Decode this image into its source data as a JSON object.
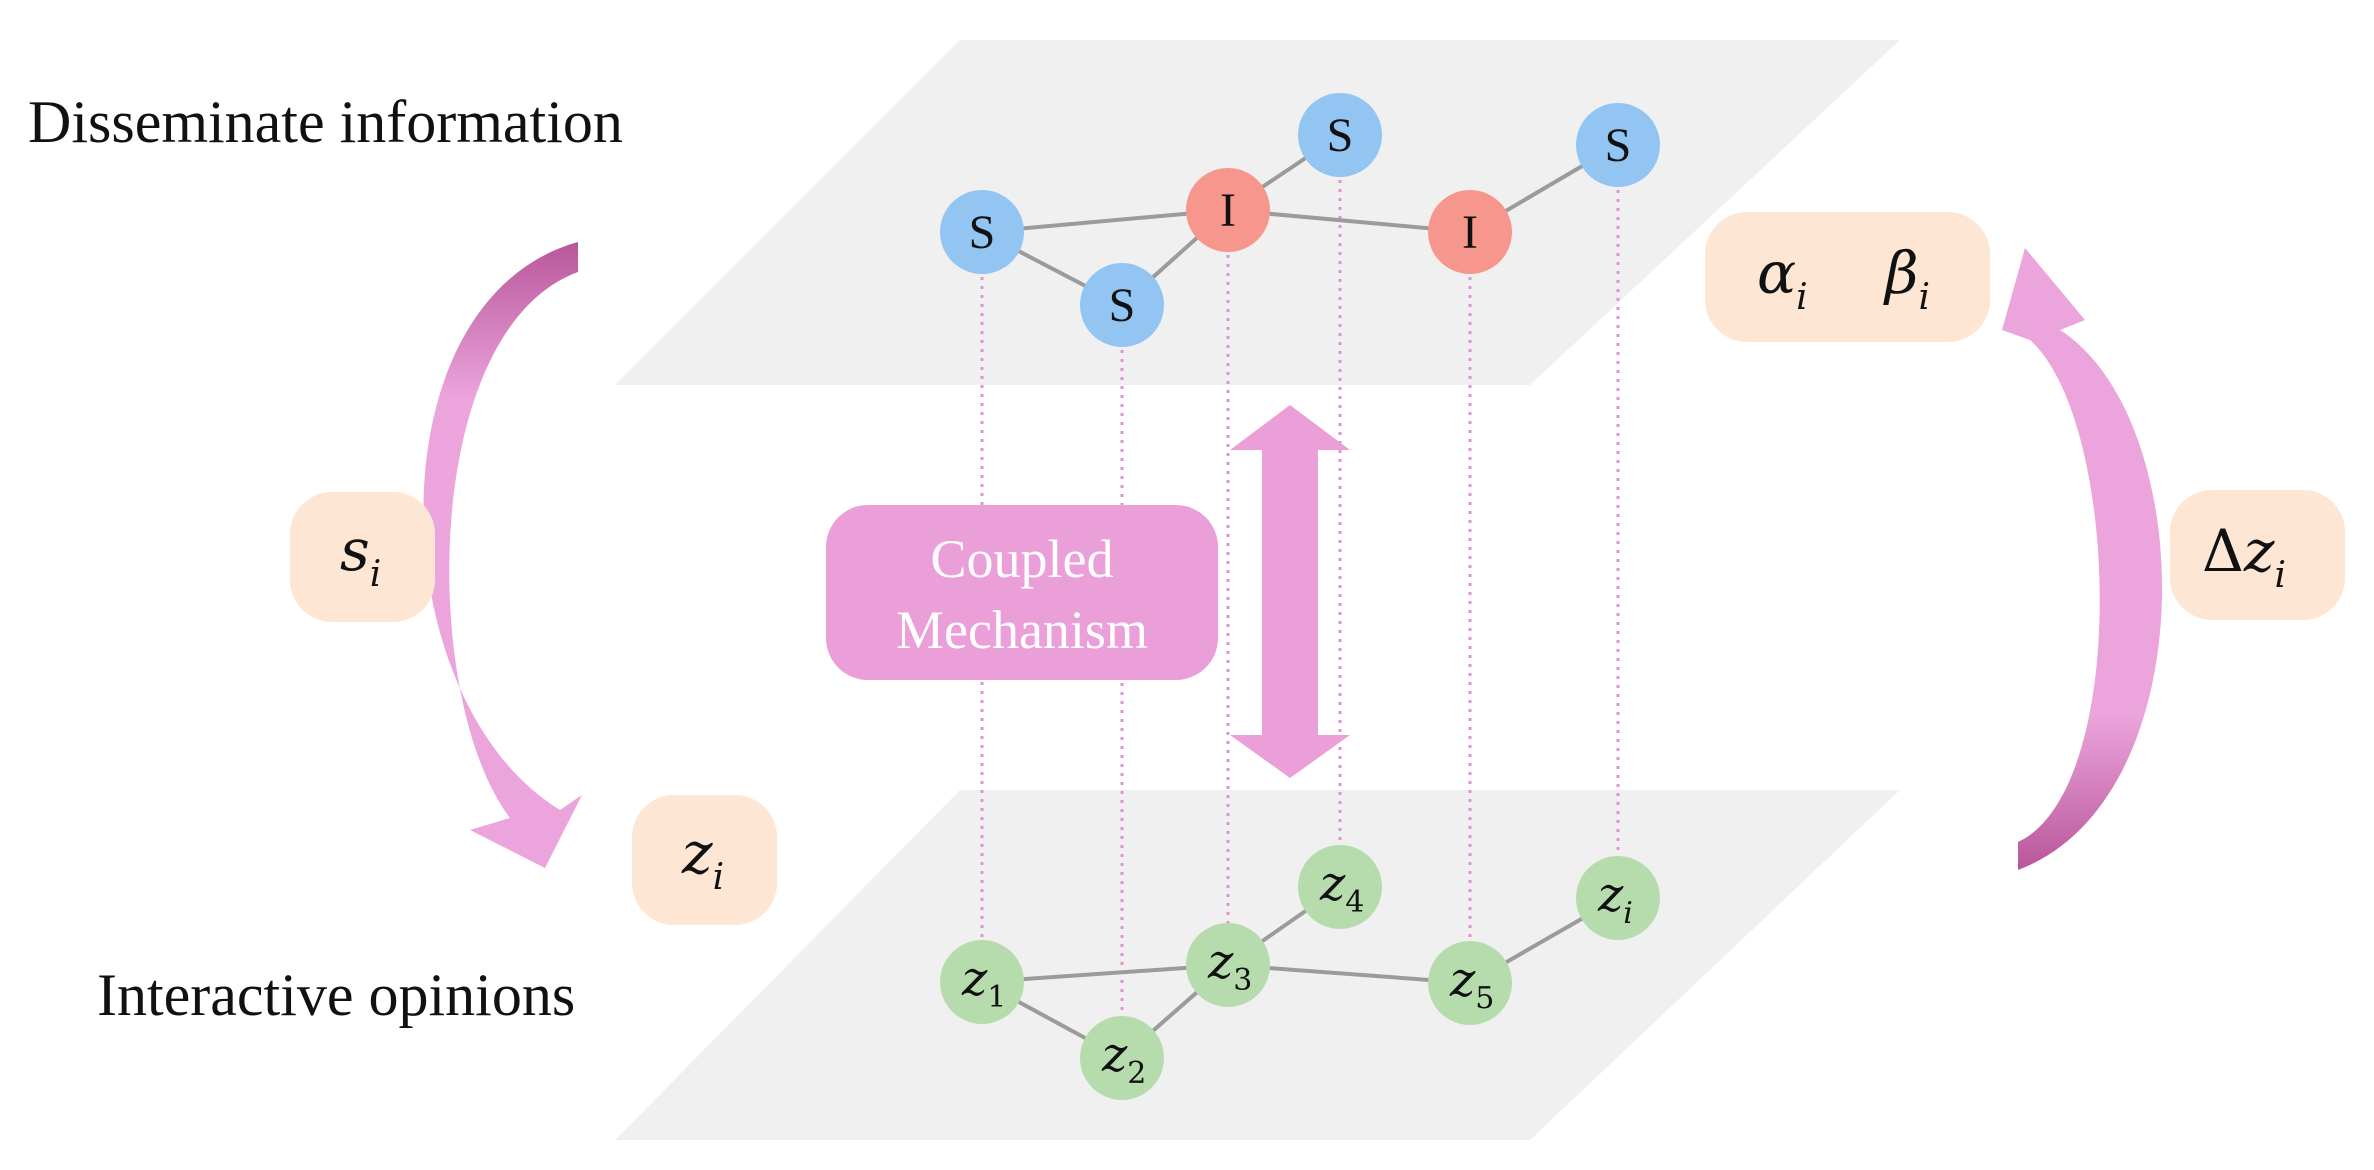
{
  "layers": {
    "top_title": "Disseminate information",
    "bottom_title": "Interactive opinions"
  },
  "top_nodes": [
    {
      "id": "t1",
      "label": "S",
      "state": "S"
    },
    {
      "id": "t2",
      "label": "S",
      "state": "S"
    },
    {
      "id": "t3",
      "label": "I",
      "state": "I"
    },
    {
      "id": "t4",
      "label": "S",
      "state": "S"
    },
    {
      "id": "t5",
      "label": "I",
      "state": "I"
    },
    {
      "id": "t6",
      "label": "S",
      "state": "S"
    }
  ],
  "bottom_nodes": [
    {
      "id": "b1",
      "base": "z",
      "sub": "1"
    },
    {
      "id": "b2",
      "base": "z",
      "sub": "2"
    },
    {
      "id": "b3",
      "base": "z",
      "sub": "3"
    },
    {
      "id": "b4",
      "base": "z",
      "sub": "4"
    },
    {
      "id": "b5",
      "base": "z",
      "sub": "5"
    },
    {
      "id": "b6",
      "base": "z",
      "sub": "i"
    }
  ],
  "edges": [
    [
      "1",
      "2"
    ],
    [
      "1",
      "3"
    ],
    [
      "2",
      "3"
    ],
    [
      "3",
      "4"
    ],
    [
      "3",
      "5"
    ],
    [
      "5",
      "6"
    ]
  ],
  "coupled": {
    "line1": "Coupled",
    "line2": "Mechanism"
  },
  "side_labels": {
    "s_i": {
      "base": "s",
      "sub": "i"
    },
    "z_i": {
      "base": "z",
      "sub": "i"
    },
    "alpha_i": {
      "base": "α",
      "sub": "i"
    },
    "beta_i": {
      "base": "β",
      "sub": "i"
    },
    "delta_z_i": {
      "delta": "Δ",
      "base": "z",
      "sub": "i"
    }
  },
  "colors": {
    "plane": "#f0f0f0",
    "susceptible": "#92c5f2",
    "infected": "#f7968c",
    "opinion": "#b6dcae",
    "edge": "#9b9b9b",
    "coupling": "#eb9fd9",
    "label_box": "#fde6d4",
    "arrow_light": "#eea6dd",
    "arrow_dark": "#c76aa8"
  }
}
